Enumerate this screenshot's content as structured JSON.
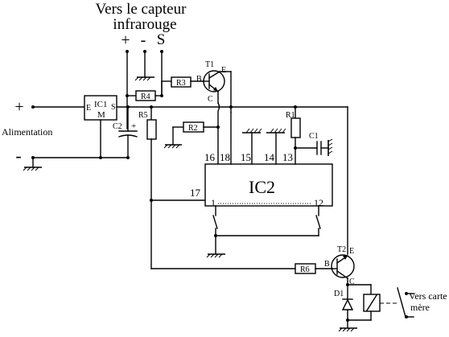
{
  "title_line1": "Vers le capteur",
  "title_line2": "infrarouge",
  "sensor_pins": {
    "plus": "+",
    "minus": "-",
    "signal": "S"
  },
  "supply": {
    "plus": "+",
    "minus": "-",
    "label": "Alimentation"
  },
  "ic1": {
    "name": "IC1",
    "sub": "M",
    "pin_in": "E",
    "pin_out": "S"
  },
  "ic2": {
    "name": "IC2",
    "pins": {
      "p16": "16",
      "p18": "18",
      "p15": "15",
      "p14": "14",
      "p13": "13",
      "p17": "17",
      "p1": "1",
      "p12": "12"
    }
  },
  "t1": {
    "name": "T1",
    "b": "B",
    "c": "C",
    "e": "E"
  },
  "t2": {
    "name": "T2",
    "b": "B",
    "c": "C",
    "e": "E"
  },
  "resistors": {
    "r1": "R1",
    "r2": "R2",
    "r3": "R3",
    "r4": "R4",
    "r5": "R5",
    "r6": "R6"
  },
  "capacitors": {
    "c1": "C1",
    "c2": "C2",
    "c2_plus": "+"
  },
  "diode": "D1",
  "output_line1": "Vers carte",
  "output_line2": "mère"
}
